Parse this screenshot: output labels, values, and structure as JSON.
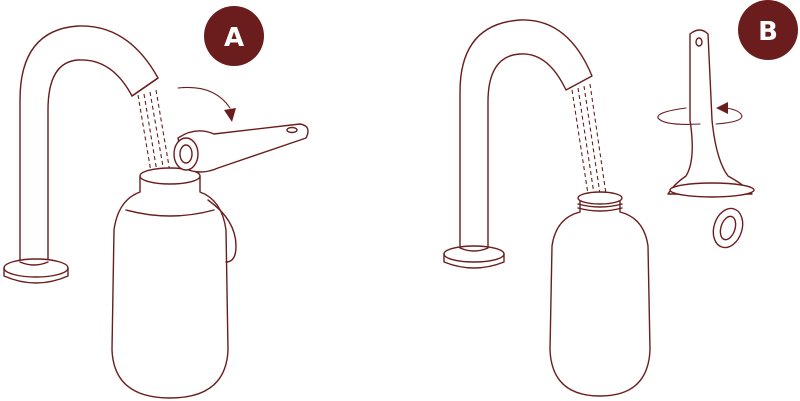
{
  "badges": {
    "a": {
      "label": "A"
    },
    "b": {
      "label": "B"
    }
  },
  "colors": {
    "line": "#6b1d1d",
    "badge": "#6b1d1d",
    "badge_text": "#ffffff",
    "background": "#ffffff"
  },
  "icons": [
    "faucet",
    "water-stream",
    "bottle",
    "nozzle-wrench",
    "curved-arrow",
    "rotation-arrow"
  ]
}
